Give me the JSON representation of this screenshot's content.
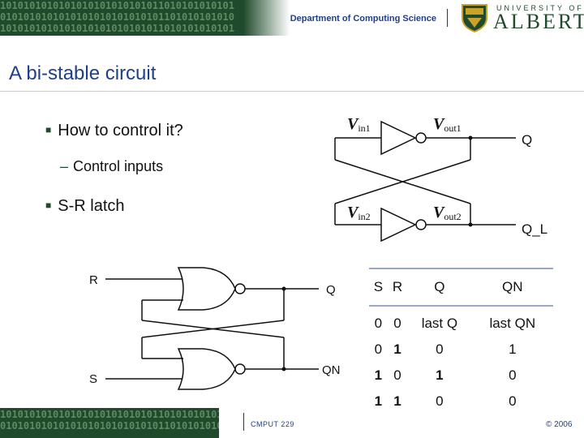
{
  "header": {
    "department": "Department of Computing Science",
    "university_label": "UNIVERSITY OF",
    "university_name": "ALBERTA",
    "binary_lines": [
      "1010101010101010101010101011010101010101",
      "0101010101010101010101010101101010101010",
      "1010101010101010101010101011010101010101"
    ]
  },
  "slide": {
    "title": "A bi-stable circuit",
    "bullet1": "How to control it?",
    "sub1": "Control inputs",
    "bullet2": "S-R latch"
  },
  "inverter_diagram": {
    "vin1_v": "V",
    "vin1_sub": "in1",
    "vout1_v": "V",
    "vout1_sub": "out1",
    "vin2_v": "V",
    "vin2_sub": "in2",
    "vout2_v": "V",
    "vout2_sub": "out2",
    "out_q": "Q",
    "out_ql": "Q_L"
  },
  "nor_diagram": {
    "input_r": "R",
    "input_s": "S",
    "output_q": "Q",
    "output_qn": "QN"
  },
  "truth_table": {
    "headers": [
      "S",
      "R",
      "Q",
      "QN"
    ],
    "rows": [
      [
        "0",
        "0",
        "last Q",
        "last QN"
      ],
      [
        "0",
        "1",
        "0",
        "1"
      ],
      [
        "1",
        "0",
        "1",
        "0"
      ],
      [
        "1",
        "1",
        "0",
        "0"
      ]
    ]
  },
  "footer": {
    "course": "CMPUT 229",
    "copyright": "© 2006"
  },
  "colors": {
    "brand_green": "#1f4a2c",
    "title_blue": "#1f3f8a",
    "table_rule": "#9aa9c7"
  }
}
